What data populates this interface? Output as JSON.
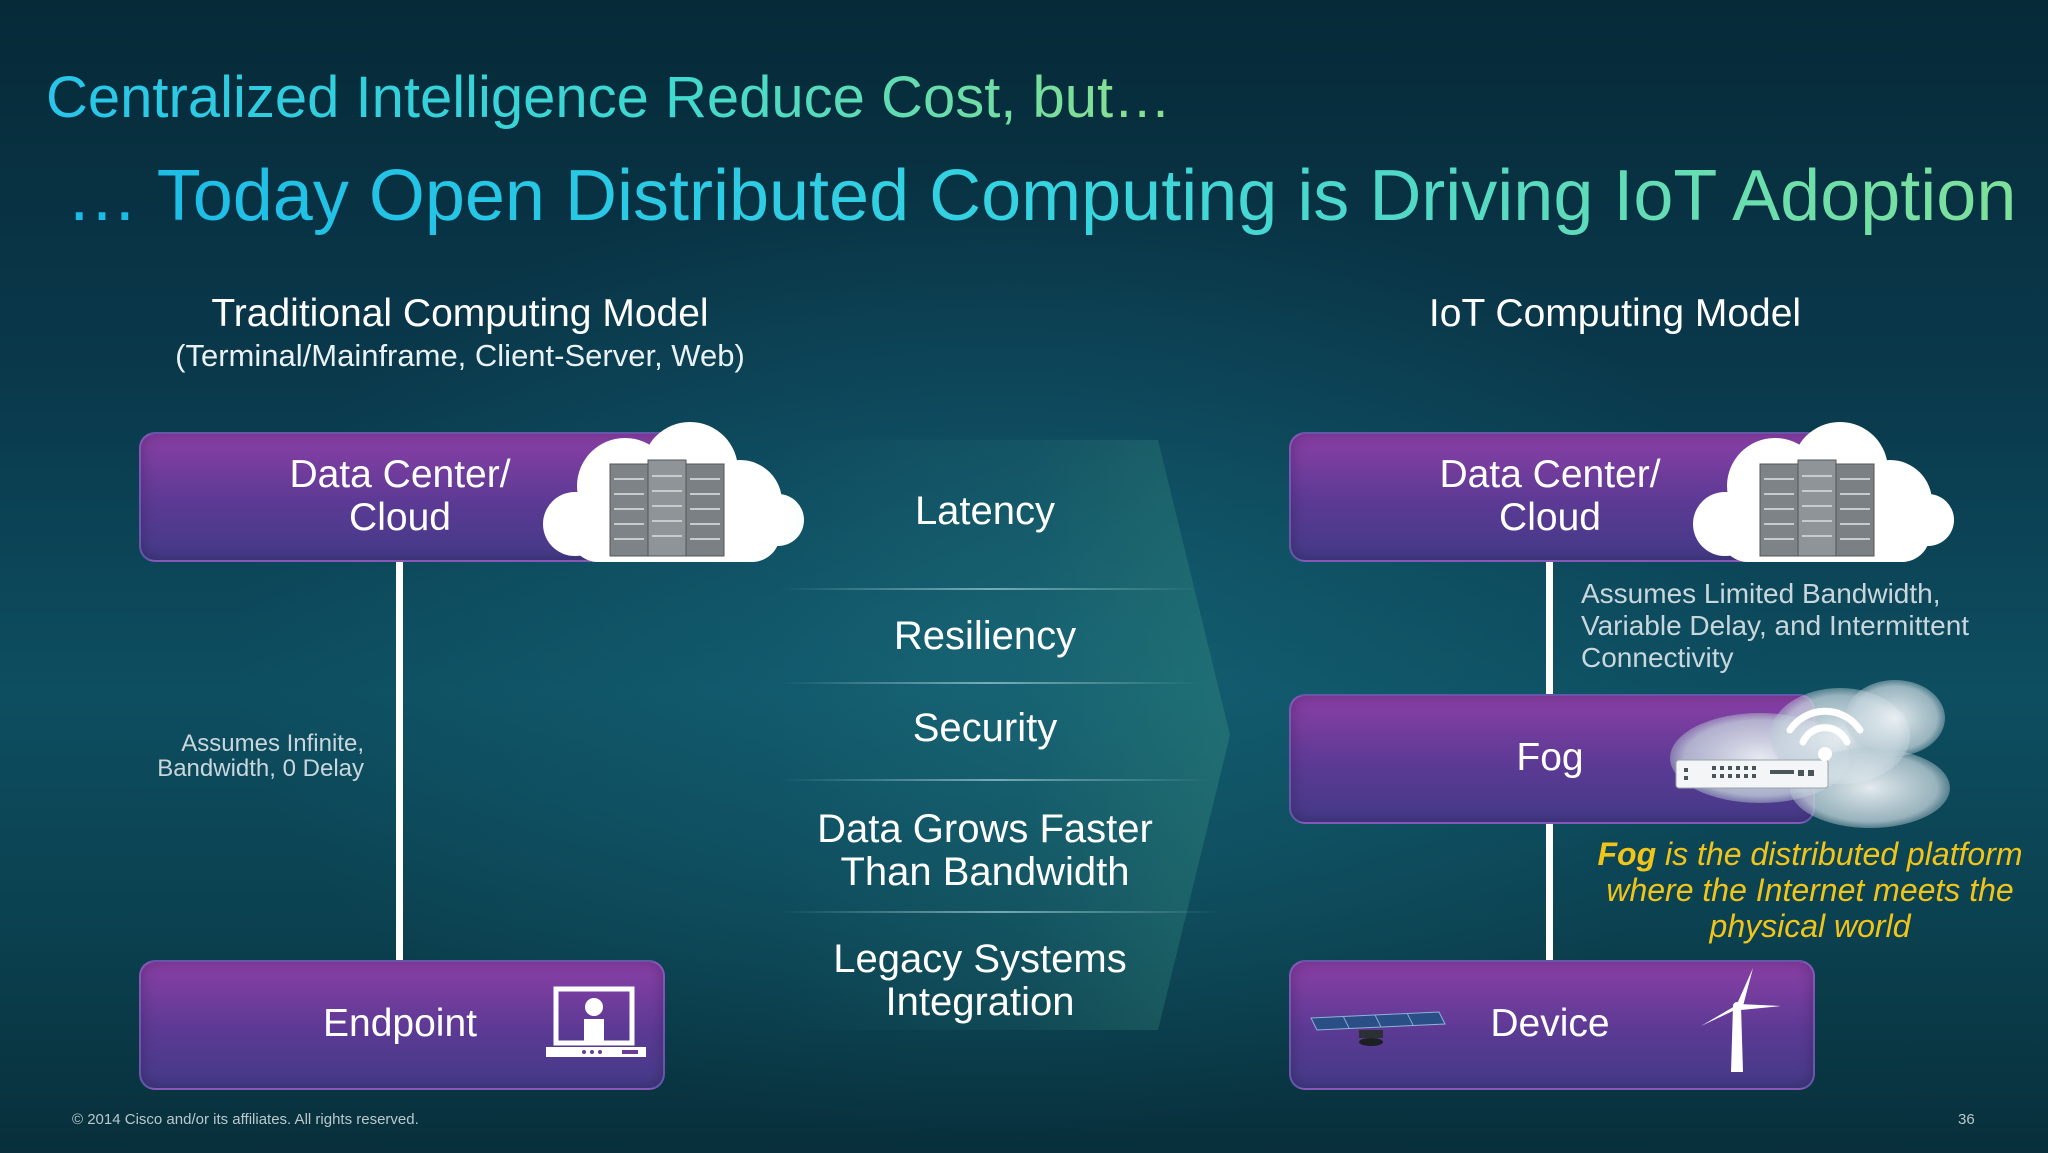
{
  "title": {
    "line1": "Centralized Intelligence Reduce Cost, but…",
    "line2": "… Today Open Distributed Computing is Driving IoT Adoption"
  },
  "left_model": {
    "heading": "Traditional Computing Model",
    "subheading": "(Terminal/Mainframe, Client-Server, Web)",
    "top_box": {
      "line1": "Data Center/",
      "line2": "Cloud"
    },
    "bottom_box": "Endpoint",
    "note": {
      "line1": "Assumes Infinite,",
      "line2": "Bandwidth, 0 Delay"
    }
  },
  "middle": {
    "items": [
      "Latency",
      "Resiliency",
      "Security"
    ],
    "data_grows": {
      "line1": "Data Grows Faster",
      "line2": "Than Bandwidth"
    },
    "legacy": {
      "line1": "Legacy Systems",
      "line2": "Integration"
    }
  },
  "right_model": {
    "heading": "IoT Computing Model",
    "top_box": {
      "line1": "Data Center/",
      "line2": "Cloud"
    },
    "fog_box": "Fog",
    "device_box": "Device",
    "note": {
      "line1": "Assumes Limited Bandwidth,",
      "line2": "Variable Delay, and Intermittent",
      "line3": "Connectivity"
    },
    "fog_definition": {
      "bold": "Fog",
      "rest_1": " is the distributed platform",
      "line2": "where the Internet meets the",
      "line3": "physical world"
    }
  },
  "footer": {
    "copyright": "© 2014 Cisco and/or its affiliates. All rights reserved.",
    "page_number": "36"
  },
  "colors": {
    "title_cyan": "#27c6ea",
    "title_green": "#8be08d",
    "box_purple": "#6b3c9c",
    "fog_yellow": "#f1c419"
  }
}
